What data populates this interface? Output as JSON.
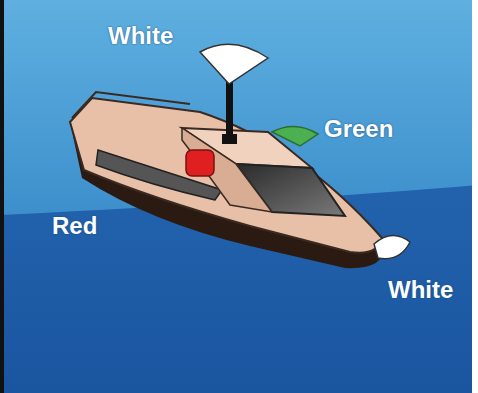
{
  "diagram": {
    "labels": [
      "White",
      "Green",
      "Red",
      "White"
    ]
  }
}
